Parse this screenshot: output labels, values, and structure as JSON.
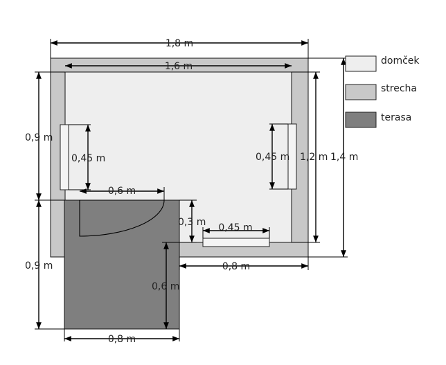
{
  "legend": {
    "items": [
      {
        "label": "domček",
        "color": "#eeeeee"
      },
      {
        "label": "strecha",
        "color": "#c8c8c8"
      },
      {
        "label": "terasa",
        "color": "#7f7f7f"
      }
    ]
  },
  "dimensions": {
    "roof_width": "1,8 m",
    "house_width": "1,6 m",
    "left_upper_height": "0,9 m",
    "left_lower_height": "0,9 m",
    "left_window_height": "0,45 m",
    "right_window_height": "0,45 m",
    "house_height": "1,2 m",
    "roof_height": "1,4 m",
    "door_width": "0,6 m",
    "step_height": "0,3 m",
    "bottom_window_width": "0,45 m",
    "right_bottom_width": "0,8 m",
    "terrace_overlap_height": "0,6 m",
    "terrace_width": "0,8 m"
  },
  "colors": {
    "house": "#eeeeee",
    "roof": "#c8c8c8",
    "terrace": "#7f7f7f"
  }
}
